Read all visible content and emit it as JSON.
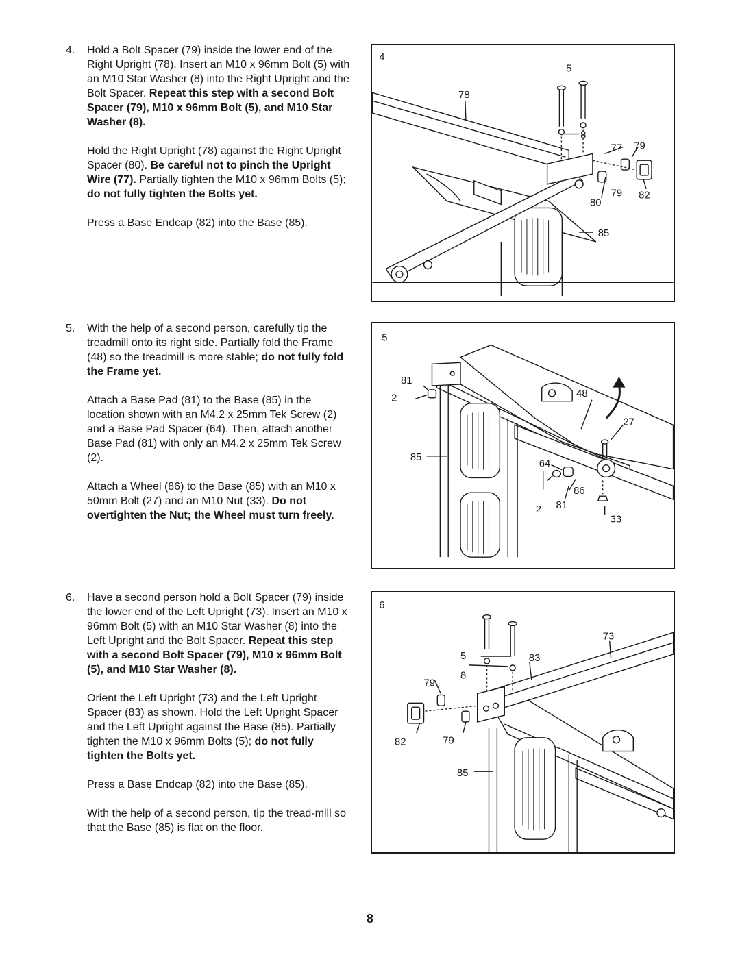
{
  "steps": [
    {
      "number": "4.",
      "p1_a": "Hold a Bolt Spacer (79) inside the lower end of the Right Upright (78). Insert an M10 x 96mm Bolt (5) with an M10 Star Washer (8) into the Right Upright and the Bolt Spacer. ",
      "p1_b": "Repeat this step with a second Bolt Spacer (79), M10 x 96mm Bolt (5), and M10 Star Washer (8).",
      "p2_a": "Hold the Right Upright (78) against the Right Upright Spacer (80). ",
      "p2_b": "Be careful not to pinch the Upright Wire (77).",
      "p2_c": " Partially tighten the M10 x 96mm Bolts (5); ",
      "p2_d": "do not fully tighten the Bolts yet.",
      "p3": "Press a Base Endcap (82) into the Base (85)."
    },
    {
      "number": "5.",
      "p1_a": "With the help of a second person, carefully tip the treadmill onto its right side. Partially fold the Frame (48) so the treadmill is more stable; ",
      "p1_b": "do not fully fold the Frame yet.",
      "p2": "Attach a Base Pad (81) to the Base (85) in the location shown with an M4.2 x 25mm Tek Screw (2) and a Base Pad Spacer (64). Then, attach another Base Pad (81) with only an M4.2 x 25mm Tek Screw (2).",
      "p3_a": "Attach a Wheel (86) to the Base (85) with an M10 x 50mm Bolt (27) and an M10 Nut (33). ",
      "p3_b": "Do not overtighten the Nut; the Wheel must turn freely."
    },
    {
      "number": "6.",
      "p1_a": "Have a second person hold a Bolt Spacer (79) inside the lower end of the Left Upright (73). Insert an M10 x 96mm Bolt (5) with an M10 Star Washer (8) into the Left Upright and the Bolt Spacer. ",
      "p1_b": "Repeat this step with a second Bolt Spacer (79), M10 x 96mm Bolt (5), and M10 Star Washer (8).",
      "p2_a": "Orient the Left Upright (73) and the Left Upright Spacer (83) as shown. Hold the Left Upright Spacer and the Left Upright against the Base (85). Partially tighten the M10 x 96mm Bolts (5); ",
      "p2_b": "do not fully tighten the Bolts yet.",
      "p3": "Press a Base Endcap (82) into the Base (85).",
      "p4": "With the help of a second person, tip the tread-mill so that the Base (85) is flat on the floor."
    }
  ],
  "figures": [
    {
      "number": "4",
      "callouts": [
        "5",
        "78",
        "8",
        "77",
        "79",
        "79",
        "82",
        "80",
        "85"
      ]
    },
    {
      "number": "5",
      "callouts": [
        "81",
        "2",
        "48",
        "27",
        "85",
        "64",
        "86",
        "2",
        "81",
        "33"
      ]
    },
    {
      "number": "6",
      "callouts": [
        "73",
        "5",
        "83",
        "8",
        "79",
        "82",
        "79",
        "85"
      ]
    }
  ],
  "page_number": "8"
}
